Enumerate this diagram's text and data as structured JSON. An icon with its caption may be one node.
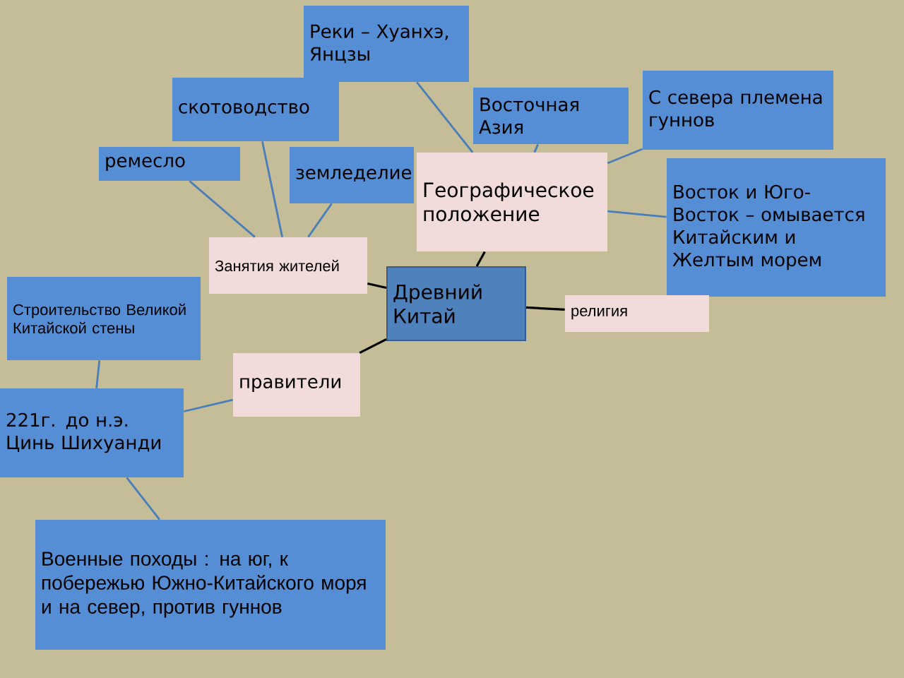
{
  "diagram": {
    "nodes": [
      {
        "text": [
          "Древний Китай"
        ]
      },
      {
        "text": [
          "Географическое положение"
        ]
      },
      {
        "text": [
          "Реки – Хуанхэ, Янцзы"
        ]
      },
      {
        "text": [
          "Восточная Азия"
        ]
      },
      {
        "text": [
          "С севера племена гуннов"
        ]
      },
      {
        "text": [
          "Восток и Юго-Восток – омывается Китайским и Желтым морем"
        ]
      },
      {
        "text": [
          "Занятия жителей"
        ]
      },
      {
        "text": [
          "скотоводство"
        ]
      },
      {
        "text": [
          "ремесло"
        ]
      },
      {
        "text": [
          "земледелие"
        ]
      },
      {
        "text": [
          "религия"
        ]
      },
      {
        "text": [
          "правители"
        ]
      },
      {
        "text": [
          "221г. до н.э. Цинь Шихуанди"
        ]
      },
      {
        "text": [
          "Строительство Великой Китайской стены"
        ]
      },
      {
        "text": [
          "Военные походы : на юг, к побережью Южно-Китайского моря и на север, против гуннов"
        ]
      }
    ],
    "edges": [
      {
        "from": 0,
        "to": 1,
        "arrow": "none",
        "color": "#000000"
      },
      {
        "from": 0,
        "to": 6,
        "arrow": "none",
        "color": "#000000"
      },
      {
        "from": 0,
        "to": 10,
        "arrow": "none",
        "color": "#000000"
      },
      {
        "from": 0,
        "to": 11,
        "arrow": "none",
        "color": "#000000"
      },
      {
        "from": 1,
        "to": 2,
        "arrow": "none"
      },
      {
        "from": 1,
        "to": 3,
        "arrow": "none"
      },
      {
        "from": 1,
        "to": 4,
        "arrow": "none"
      },
      {
        "from": 1,
        "to": 5,
        "arrow": "none"
      },
      {
        "from": 6,
        "to": 7,
        "arrow": "none"
      },
      {
        "from": 6,
        "to": 8,
        "arrow": "none"
      },
      {
        "from": 6,
        "to": 9,
        "arrow": "none"
      },
      {
        "from": 11,
        "to": 12,
        "arrow": "none"
      },
      {
        "from": 12,
        "to": 13,
        "arrow": "none"
      },
      {
        "from": 12,
        "to": 14,
        "arrow": "none"
      }
    ]
  }
}
